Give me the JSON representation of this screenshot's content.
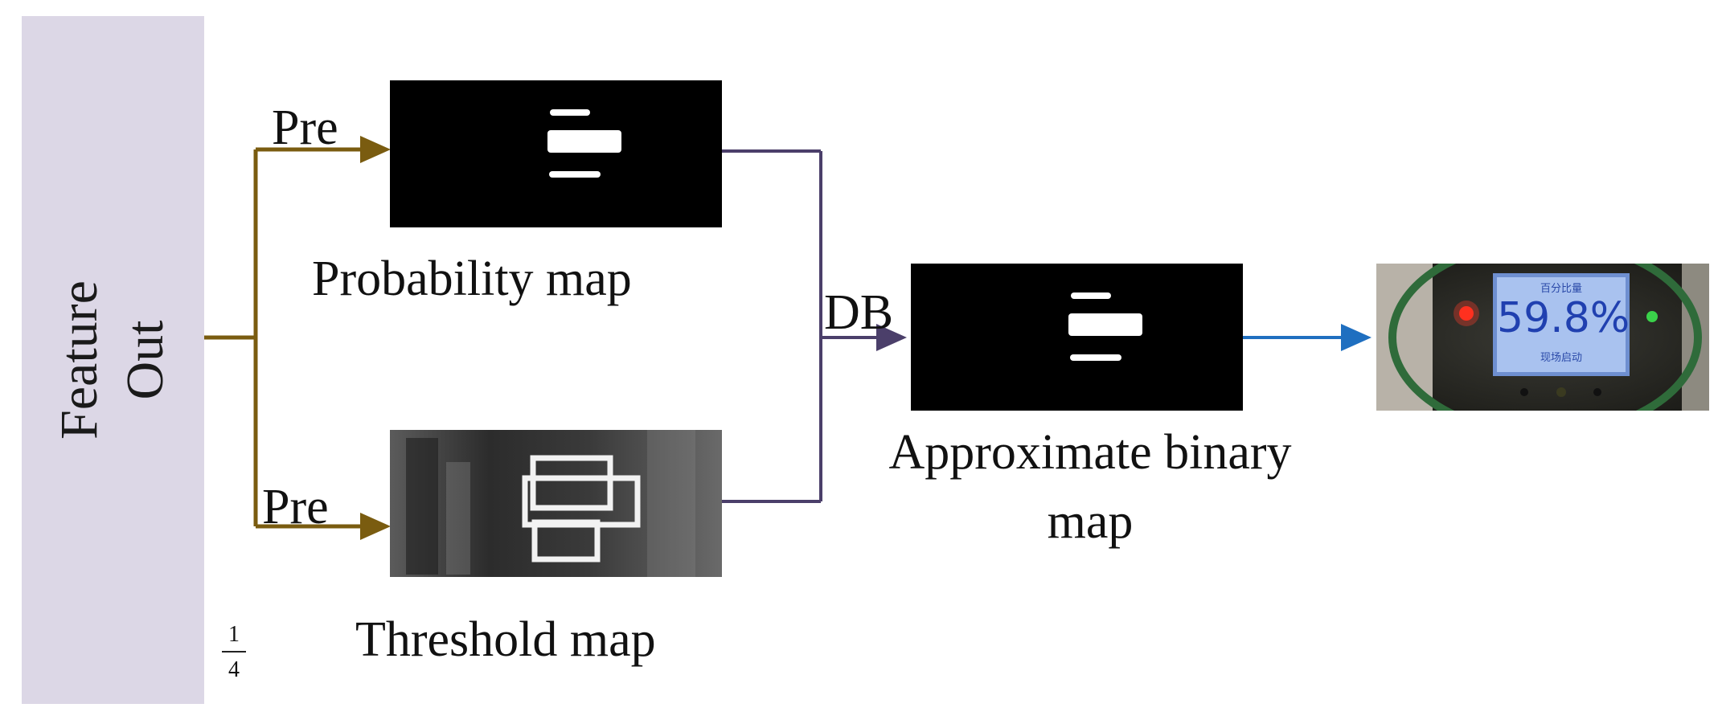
{
  "feature_block": {
    "line1": "Feature",
    "line2": "Out"
  },
  "branches": {
    "top_label": "Pre",
    "bottom_label": "Pre"
  },
  "probability_map": {
    "caption": "Probability map"
  },
  "threshold_map": {
    "caption": "Threshold map"
  },
  "db_label": "DB",
  "binary_map": {
    "caption_line1": "Approximate binary",
    "caption_line2": "map"
  },
  "output_photo": {
    "screen_top_text": "百分比量",
    "screen_value": "59.8%",
    "screen_bottom_text": "现场启动"
  },
  "scale": {
    "numerator": "1",
    "denominator": "4"
  },
  "colors": {
    "pre_arrow": "#7a5c10",
    "db_arrow": "#4b3f6a",
    "output_arrow": "#1f6fc0",
    "feature_panel": "#dcd7e6"
  }
}
